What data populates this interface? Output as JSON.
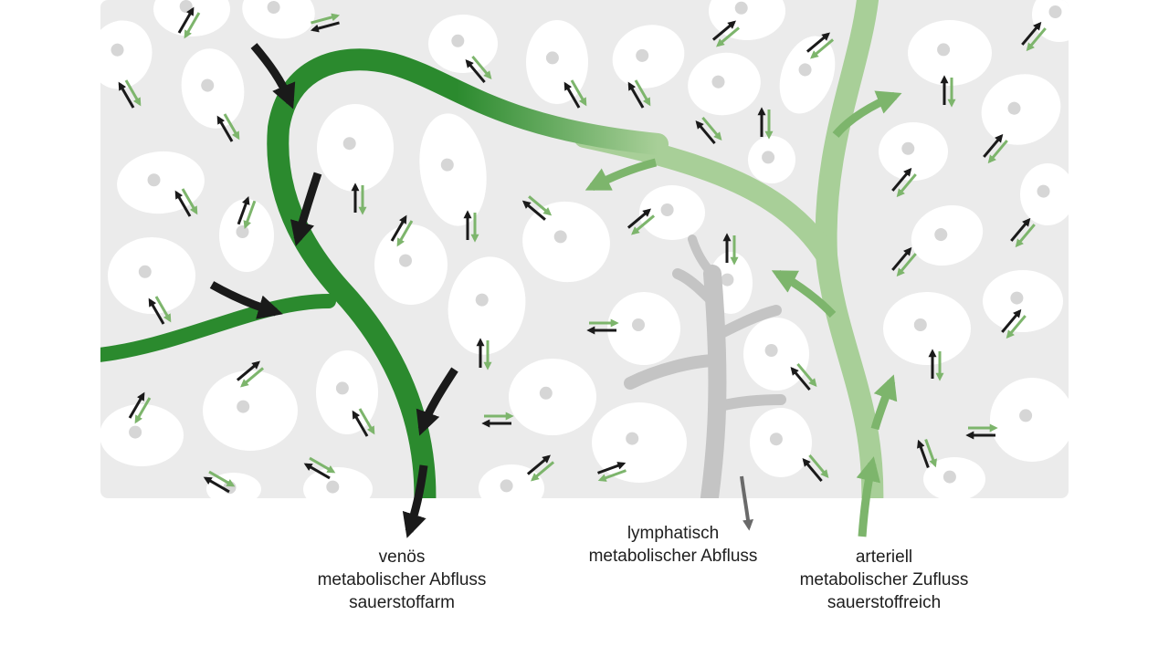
{
  "labels": {
    "venous": {
      "line1": "venös",
      "line2": "metabolischer Abfluss",
      "line3": "sauerstoffarm"
    },
    "lymphatic": {
      "line1": "lymphatisch",
      "line2": "metabolischer Abfluss"
    },
    "arterial": {
      "line1": "arteriell",
      "line2": "metabolischer Zufluss",
      "line3": "sauerstoffreich"
    }
  },
  "colors": {
    "tissue_background": "#ebebeb",
    "cell": "#ffffff",
    "nucleus": "#d6d6d6",
    "vein": "#2b8a2e",
    "artery": "#a8cf98",
    "lymph": "#c4c4c4",
    "arrow_dark": "#1a1a1a",
    "arrow_light": "#7db56c"
  }
}
